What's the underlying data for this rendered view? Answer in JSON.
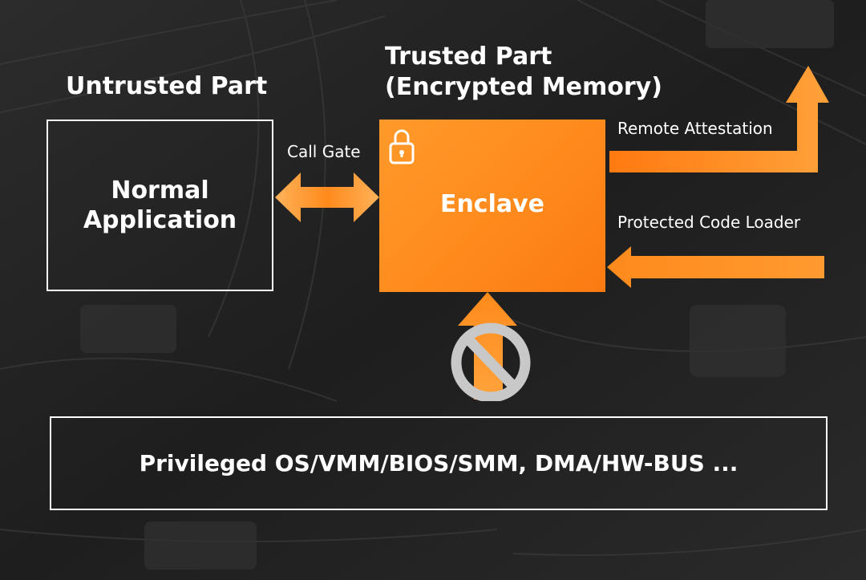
{
  "untrusted_part": {
    "title": "Untrusted Part",
    "box_line1": "Normal",
    "box_line2": "Application"
  },
  "trusted_part": {
    "title_line1": "Trusted Part",
    "title_line2": "(Encrypted Memory)",
    "enclave_label": "Enclave"
  },
  "connectors": {
    "call_gate": "Call Gate",
    "remote_attestation": "Remote Attestation",
    "protected_code_loader": "Protected Code Loader"
  },
  "privileged_layer": {
    "label": "Privileged OS/VMM/BIOS/SMM,  DMA/HW-BUS ..."
  },
  "icons": {
    "enclave_icon": "lock-icon",
    "blocked_access_icon": "no-entry-icon"
  },
  "colors": {
    "accent": "#ff8a1c",
    "blocked": "#c8c8c8",
    "background": "#222222"
  }
}
